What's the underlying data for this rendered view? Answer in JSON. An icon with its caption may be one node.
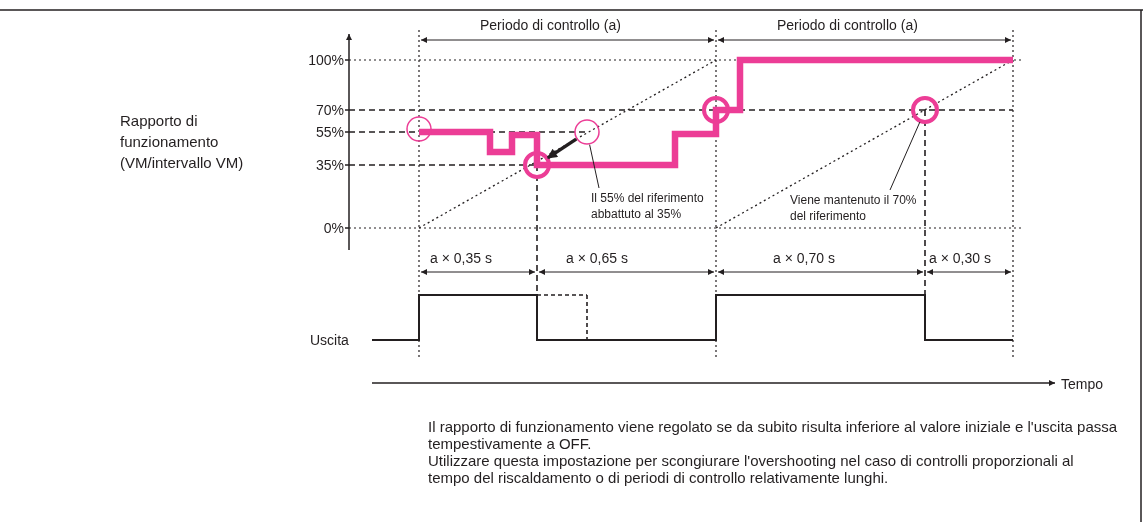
{
  "diagram": {
    "nodes": [
      {
        "text": [],
        "shape": "circle"
      },
      {
        "text": [],
        "shape": "circle"
      },
      {
        "text": [],
        "shape": "circle"
      },
      {
        "text": [],
        "shape": "circle"
      },
      {
        "text": [],
        "shape": "circle"
      },
      {
        "text": [
          "Il 55% del riferimento abbattuto al 35%"
        ]
      },
      {
        "text": [
          "Viene mantenuto il 70% del riferimento"
        ]
      }
    ],
    "edges": [
      {
        "from": 2,
        "to": 1,
        "arrow": "to",
        "style": "thick"
      },
      {
        "from": 5,
        "to": 2,
        "arrow": "none"
      },
      {
        "from": 6,
        "to": 4,
        "arrow": "none"
      }
    ],
    "labels": [
      "Periodo di controllo (a)",
      "Periodo di controllo (a)",
      "100%",
      "Rapporto di funzionamento (VM/intervallo VM)",
      "70%",
      "55%",
      "35%",
      "0%",
      "a × 0,35 s",
      "a × 0,65 s",
      "a × 0,70 s",
      "a × 0,30 s",
      "Uscita",
      "Tempo",
      "Il rapporto di funzionamento viene regolato se da subito risulta inferiore al valore iniziale e l'uscita passa tempestivamente a OFF.",
      "Utilizzare questa impostazione per scongiurare l'overshooting nel caso di controlli proporzionali al tempo del riscaldamento o di periodi di controllo relativamente lunghi."
    ]
  }
}
